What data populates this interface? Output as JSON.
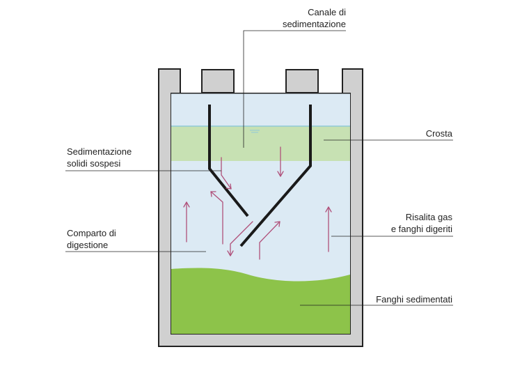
{
  "labels": {
    "canale": [
      "Canale di",
      "sedimentazione"
    ],
    "crosta": "Crosta",
    "sedimentazione": [
      "Sedimentazione",
      "solidi sospesi"
    ],
    "risalita": [
      "Risalita gas",
      "e fanghi digeriti"
    ],
    "comparto": [
      "Comparto di",
      "digestione"
    ],
    "fanghi": "Fanghi sedimentati"
  },
  "colors": {
    "wall": "#d0d0d0",
    "wall_stroke": "#222222",
    "water": "#dceaf4",
    "crust": "#c7e1b3",
    "sludge": "#8dc34a",
    "water_line": "#8fc9d8",
    "arrow": "#b0507a",
    "leader": "#222222"
  }
}
